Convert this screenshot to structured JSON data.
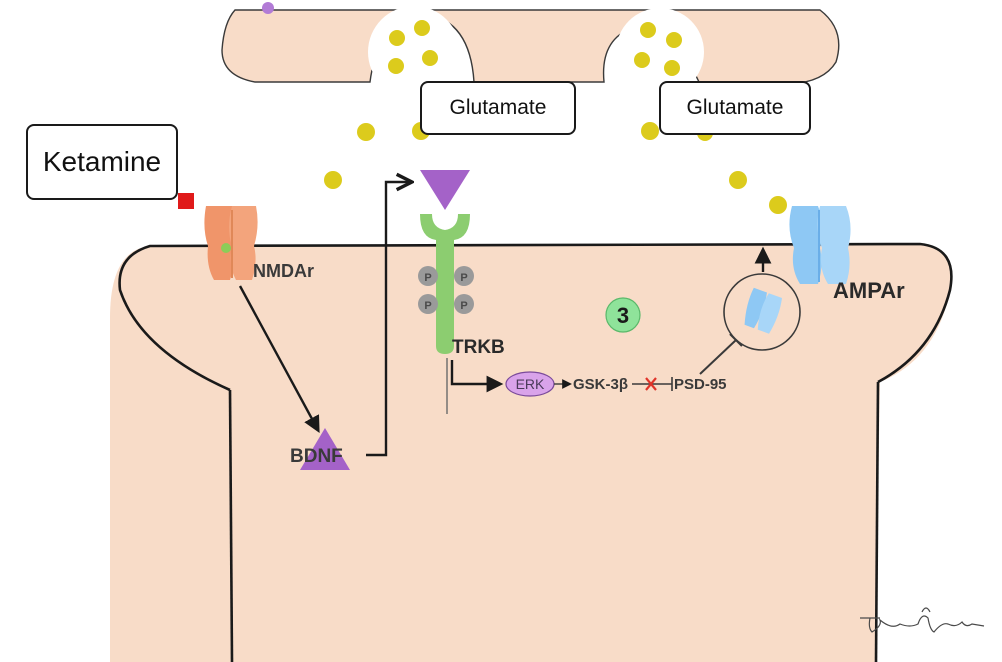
{
  "labels": {
    "ketamine": "Ketamine",
    "glutamate_left": "Glutamate",
    "glutamate_right": "Glutamate",
    "nmdar": "NMDAr",
    "ampar": "AMPAr",
    "trkb": "TRKB",
    "bdnf": "BDNF",
    "erk": "ERK",
    "gsk3b": "GSK-3β",
    "psd95": "PSD-95",
    "step_number": "3",
    "phospho": "P"
  },
  "colors": {
    "cell": "#f8dcc8",
    "cell_outline": "#1a1a1a",
    "glutamate_dot": "#dccb1c",
    "nmdar": "#f0956a",
    "ampar": "#8ec8f4",
    "trkb": "#8ccd70",
    "bdnf": "#a462c8",
    "erk": "#d9a3ea",
    "ketamine": "#e01a1a",
    "inhibit_cross": "#e0342a",
    "step_badge": "#8fe39a"
  }
}
